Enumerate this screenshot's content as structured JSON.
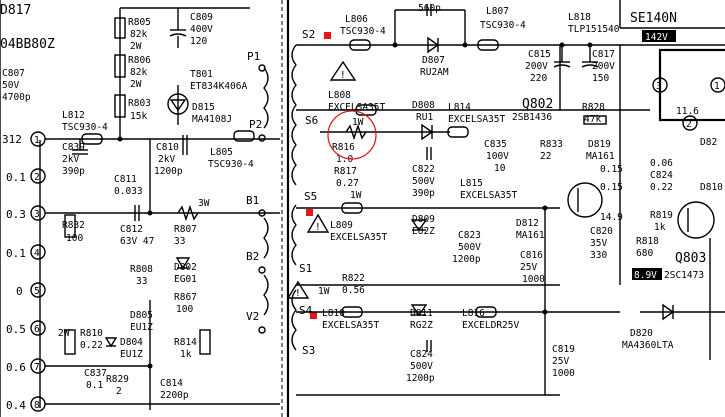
{
  "border_labels": {
    "top_left_1": "D817",
    "top_left_2": "04BB80Z",
    "top_right": "SE140N",
    "bottom_right_partial": "D82"
  },
  "pins_left": [
    {
      "num": "1",
      "voltage": "312"
    },
    {
      "num": "2",
      "voltage": "0.1"
    },
    {
      "num": "3",
      "voltage": "0.3"
    },
    {
      "num": "4",
      "voltage": "0.1"
    },
    {
      "num": "5",
      "voltage": "0"
    },
    {
      "num": "6",
      "voltage": "0.5"
    },
    {
      "num": "7",
      "voltage": "0.6"
    },
    {
      "num": "8",
      "voltage": "0.4"
    }
  ],
  "components": {
    "C807": {
      "ref": "C807",
      "v1": "50V",
      "v2": "4700p"
    },
    "L812": {
      "ref": "L812",
      "v1": "TSC930-4"
    },
    "R805": {
      "ref": "R805",
      "v1": "82k",
      "v2": "2W"
    },
    "R806": {
      "ref": "R806",
      "v1": "82k",
      "v2": "2W"
    },
    "C809": {
      "ref": "C809",
      "v1": "400V",
      "v2": "120"
    },
    "T801": {
      "ref": "T801",
      "v1": "ET834K406A"
    },
    "R803": {
      "ref": "R803",
      "v1": "15k"
    },
    "D815": {
      "ref": "D815",
      "v1": "MA4108J"
    },
    "C839": {
      "ref": "C839",
      "v1": "2kV",
      "v2": "390p"
    },
    "C810": {
      "ref": "C810",
      "v1": "2kV",
      "v2": "1200p"
    },
    "L805": {
      "ref": "L805",
      "v1": "TSC930-4"
    },
    "C811": {
      "ref": "C811",
      "v1": "0.033"
    },
    "R832": {
      "ref": "R832",
      "v1": "100"
    },
    "C812": {
      "ref": "C812",
      "v1": "63V 47"
    },
    "R807": {
      "ref": "R807",
      "v1": "33",
      "v2": "3W"
    },
    "R808": {
      "ref": "R808",
      "v1": "33"
    },
    "D802": {
      "ref": "D802",
      "v1": "EG01"
    },
    "R867": {
      "ref": "R867",
      "v1": "100"
    },
    "R810": {
      "ref": "R810",
      "v1": "0.22",
      "v2": "2W"
    },
    "D805": {
      "ref": "D805",
      "v1": "EU1Z"
    },
    "D804": {
      "ref": "D804",
      "v1": "EU1Z"
    },
    "R814": {
      "ref": "R814",
      "v1": "1k"
    },
    "C837": {
      "ref": "C837",
      "v1": "0.1"
    },
    "R829": {
      "ref": "R829",
      "v1": "2"
    },
    "C814": {
      "ref": "C814",
      "v1": "2200p"
    },
    "L806": {
      "ref": "L806",
      "v1": "TSC930-4"
    },
    "C_560p": {
      "v1": "560p"
    },
    "L807": {
      "ref": "L807",
      "v1": "TSC930-4"
    },
    "D807": {
      "ref": "D807",
      "v1": "RU2AM"
    },
    "C815": {
      "ref": "C815",
      "v1": "200V",
      "v2": "220"
    },
    "L818": {
      "ref": "L818",
      "v1": "TLP151540"
    },
    "C817": {
      "ref": "C817",
      "v1": "200V",
      "v2": "150"
    },
    "L808": {
      "ref": "L808",
      "v1": "EXCELSA35T"
    },
    "D808": {
      "ref": "D808",
      "v1": "RU1"
    },
    "L814": {
      "ref": "L814",
      "v1": "EXCELSA35T"
    },
    "Q802": {
      "ref": "Q802",
      "v1": "2SB1436"
    },
    "R828": {
      "ref": "R828",
      "v1": "47k"
    },
    "R816": {
      "ref": "R816",
      "v1": "1.0",
      "v2": "1W"
    },
    "C835": {
      "ref": "C835",
      "v1": "100V",
      "v2": "10"
    },
    "R833": {
      "ref": "R833",
      "v1": "22"
    },
    "D819": {
      "ref": "D819",
      "v1": "MA161"
    },
    "C822": {
      "ref": "C822",
      "v1": "500V",
      "v2": "390p"
    },
    "R817": {
      "ref": "R817",
      "v1": "0.27",
      "v2": "1W"
    },
    "L815": {
      "ref": "L815",
      "v1": "EXCELSA35T"
    },
    "C824_top": {
      "ref": "C824",
      "v1": "0.22"
    },
    "D810": {
      "ref": "D810",
      "v1": "D810"
    },
    "L809": {
      "ref": "L809",
      "v1": "EXCELSA35T"
    },
    "D809": {
      "ref": "D809",
      "v1": "EU2Z"
    },
    "C823": {
      "ref": "C823",
      "v1": "500V",
      "v2": "1200p"
    },
    "D812": {
      "ref": "D812",
      "v1": "MA161"
    },
    "C820": {
      "ref": "C820",
      "v1": "35V",
      "v2": "330"
    },
    "R819": {
      "ref": "R819",
      "v1": "1k"
    },
    "R818": {
      "ref": "R818",
      "v1": "680"
    },
    "C816": {
      "ref": "C816",
      "v1": "25V",
      "v2": "1000"
    },
    "Q803": {
      "ref": "Q803",
      "v1": "2SC1473"
    },
    "R822": {
      "ref": "R822",
      "v1": "0.56",
      "v2": "1W"
    },
    "L810": {
      "ref": "L810",
      "v1": "EXCELSA35T"
    },
    "D811": {
      "ref": "D811",
      "v1": "RG2Z"
    },
    "L816": {
      "ref": "L816",
      "v1": "EXCELDR25V"
    },
    "C824": {
      "ref": "C824",
      "v1": "500V",
      "v2": "1200p"
    },
    "C819": {
      "ref": "C819",
      "v1": "25V",
      "v2": "1000"
    },
    "D820": {
      "ref": "D820",
      "v1": "MA4360LTA"
    }
  },
  "nodes": {
    "P1": "P1",
    "P2": "P2",
    "B1": "B1",
    "B2": "B2",
    "V2": "V2",
    "S1": "S1",
    "S2": "S2",
    "S3": "S3",
    "S4": "S4",
    "S5": "S5",
    "S6": "S6"
  },
  "voltages": {
    "v142": "142V",
    "v11_6": "11.6",
    "v_a": "0.15",
    "v_b": "0.15",
    "v_c": "14.9",
    "v_d": "8.9V",
    "v_e": "0.06"
  },
  "ic_pins": {
    "p3": "3",
    "p1": "1",
    "p2": "2"
  },
  "colors": {
    "marker_red": "#e8141b",
    "highlight_circle": "#d61f1f"
  }
}
